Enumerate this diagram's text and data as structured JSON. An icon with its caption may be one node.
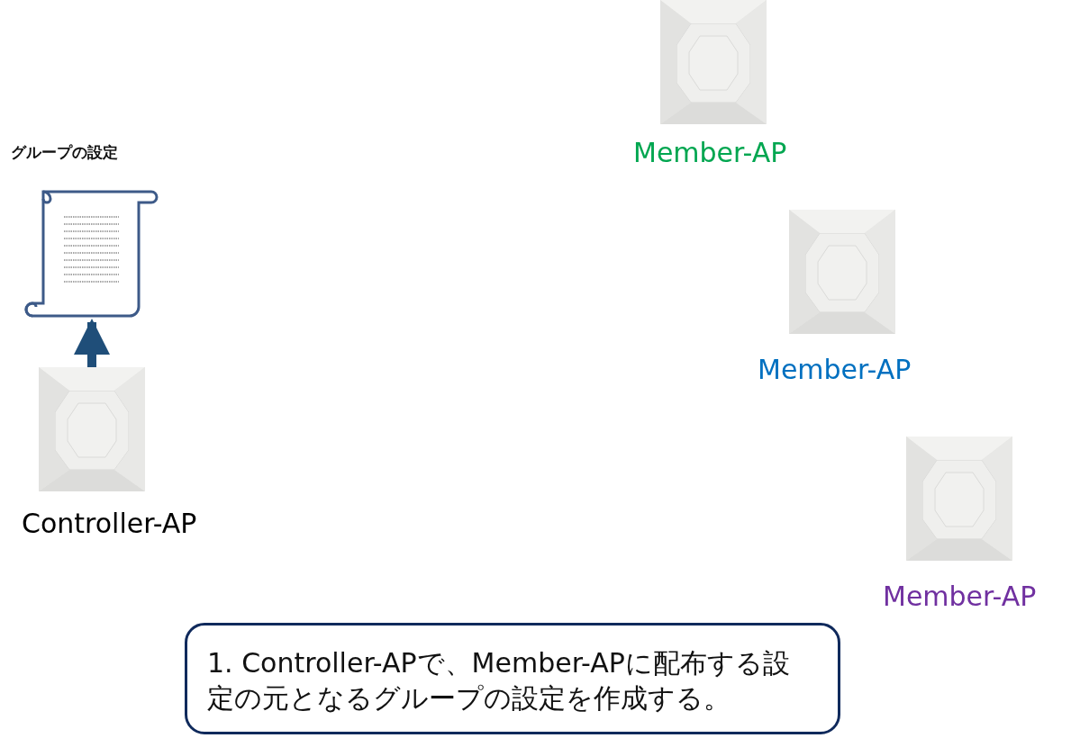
{
  "diagram": {
    "nodes": [
      {
        "text": [
          "グループの設定"
        ]
      },
      {
        "text": [
          "Controller-AP"
        ]
      },
      {
        "text": [
          "Member-AP"
        ]
      },
      {
        "text": [
          "Member-AP"
        ]
      },
      {
        "text": [
          "Member-AP"
        ]
      },
      {
        "text": [
          "1. Controller-APで、Member-APに配布する設定の元となるグループの設定を作成する。"
        ]
      }
    ],
    "edges": [
      {
        "from": 1,
        "to": 0,
        "arrow": "to",
        "color": "#1f4e79"
      }
    ]
  }
}
